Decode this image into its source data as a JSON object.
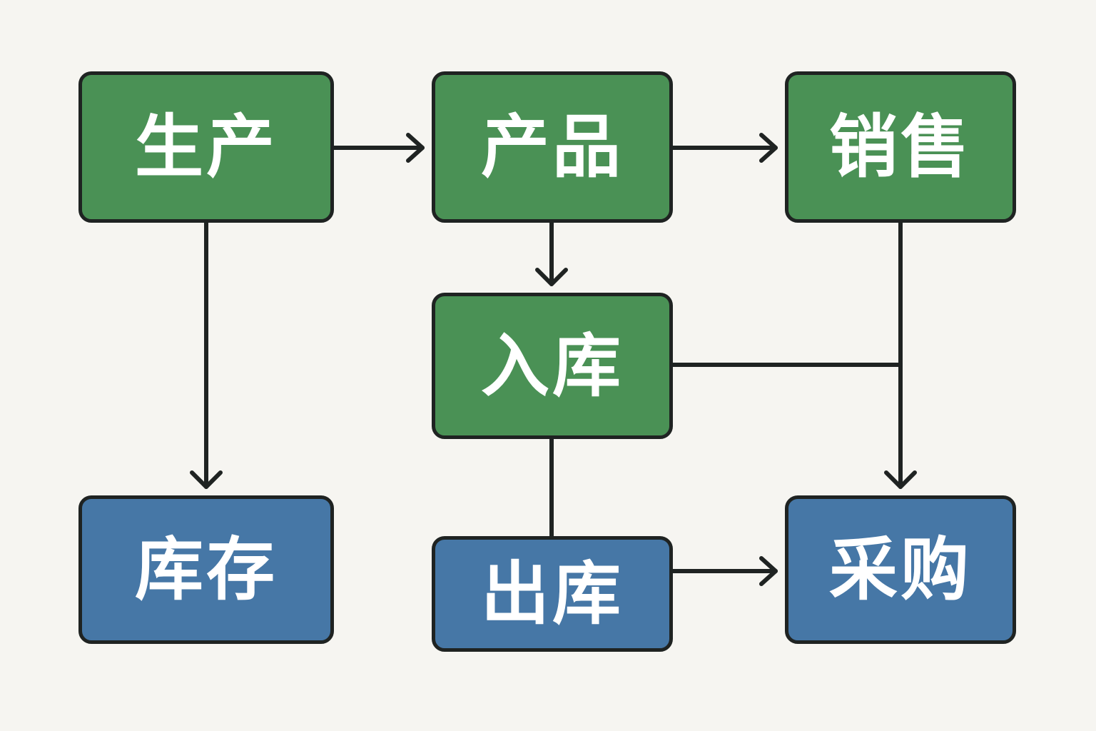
{
  "nodes": {
    "production": {
      "label": "生产",
      "color": "#4a9155"
    },
    "product": {
      "label": "产品",
      "color": "#4a9155"
    },
    "sales": {
      "label": "销售",
      "color": "#4a9155"
    },
    "inbound": {
      "label": "入库",
      "color": "#4a9155"
    },
    "inventory": {
      "label": "库存",
      "color": "#4677a6"
    },
    "outbound": {
      "label": "出库",
      "color": "#4677a6"
    },
    "purchase": {
      "label": "采购",
      "color": "#4677a6"
    }
  },
  "edges": [
    {
      "from": "production",
      "to": "product",
      "arrow": true
    },
    {
      "from": "product",
      "to": "sales",
      "arrow": true
    },
    {
      "from": "production",
      "to": "inventory",
      "arrow": true
    },
    {
      "from": "product",
      "to": "inbound",
      "arrow": true
    },
    {
      "from": "sales",
      "to": "purchase",
      "arrow": true
    },
    {
      "from": "inbound",
      "to": "purchase",
      "arrow": false
    },
    {
      "from": "inbound",
      "to": "outbound",
      "arrow": false
    },
    {
      "from": "outbound",
      "to": "purchase",
      "arrow": true
    }
  ],
  "colors": {
    "background": "#f6f5f1",
    "line": "#1f2322",
    "green_node": "#4a9155",
    "blue_node": "#4677a6",
    "text": "#ffffff"
  }
}
